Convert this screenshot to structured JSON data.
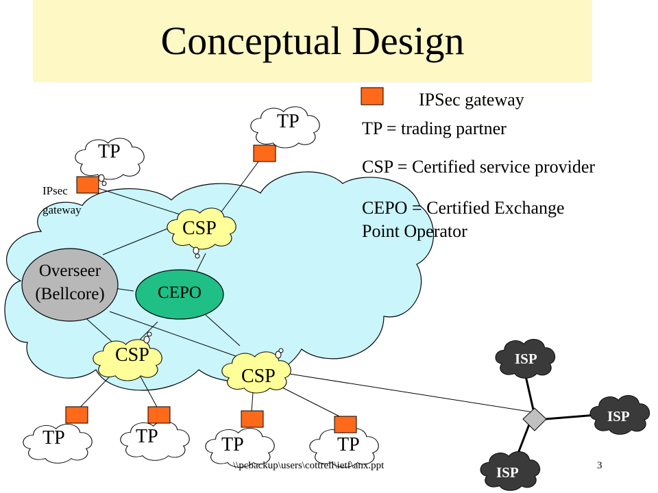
{
  "title": "Conceptual Design",
  "legend": {
    "gateway_label": "IPSec gateway",
    "tp_def": "TP = trading partner",
    "csp_def": "CSP = Certified service provider",
    "cepo_def_line1": "CEPO = Certified Exchange",
    "cepo_def_line2": "Point Operator",
    "gateway_color": "#ff6a1a"
  },
  "nodes": {
    "tp_top_left": "TP",
    "tp_top_right": "TP",
    "ipsec_label_line1": "IPsec",
    "ipsec_label_line2": "gateway",
    "csp_top": "CSP",
    "overseer_line1": "Overseer",
    "overseer_line2": "(Bellcore)",
    "cepo": "CEPO",
    "csp_bottom_left": "CSP",
    "csp_bottom_right": "CSP",
    "tp_b1": "TP",
    "tp_b2": "TP",
    "tp_b3": "TP",
    "tp_b4": "TP",
    "isp_top": "ISP",
    "isp_right": "ISP",
    "isp_bottom": "ISP"
  },
  "colors": {
    "title_band": "#fdf8c4",
    "backbone_cloud": "#c9f5fb",
    "csp_cloud": "#ffff99",
    "cepo": "#1fbf86",
    "overseer": "#b8b8b8",
    "isp_cloud": "#3a3a3a"
  },
  "footer": {
    "path": "\\\\pcbackup\\users\\cottrell\\ietf\\anx.ppt",
    "page": "3"
  }
}
